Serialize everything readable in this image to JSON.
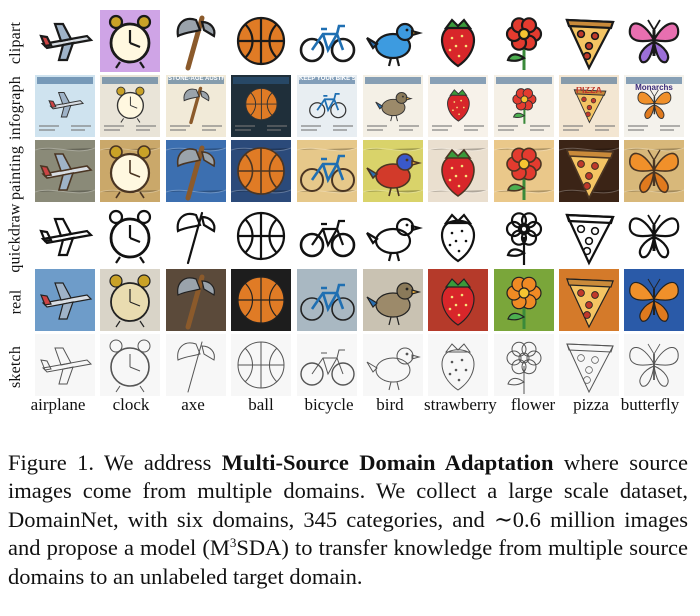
{
  "figure": {
    "domains": [
      "clipart",
      "infograph",
      "painting",
      "quickdraw",
      "real",
      "sketch"
    ],
    "categories": [
      "airplane",
      "clock",
      "axe",
      "ball",
      "bicycle",
      "bird",
      "strawberry",
      "flower",
      "pizza",
      "butterfly"
    ],
    "embedded_image_text": {
      "infograph_axe": "STONE-AGE AUSTRALIANS",
      "infograph_bicycle": "KEEP YOUR BIKE SAFE",
      "infograph_pizza": "PIZZA",
      "infograph_butterfly": "Monarchs"
    }
  },
  "caption": {
    "prefix": "Figure 1. We address ",
    "bold": "Multi-Source Domain Adaptation",
    "middle": " where source images come from multiple domains. We collect a large scale dataset, DomainNet, with six domains, 345 categories, and ",
    "approx": "∼",
    "amount": "0.6 million images and propose a model (M",
    "sup": "3",
    "suffix": "SDA) to transfer knowledge from multiple source domains to an unlabeled target domain."
  }
}
